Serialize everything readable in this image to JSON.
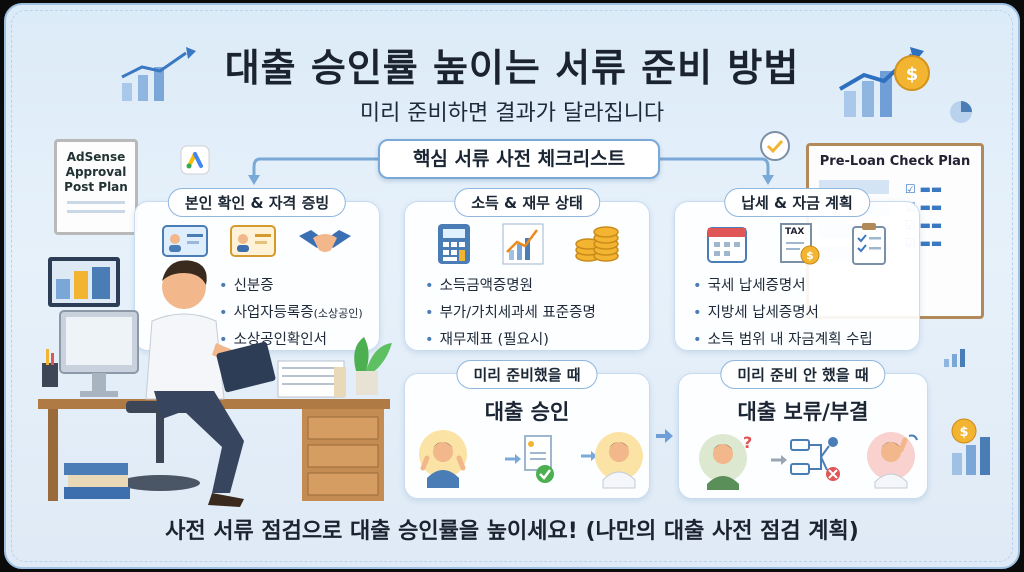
{
  "header": {
    "title": "대출 승인률 높이는 서류 준비 방법",
    "subtitle": "미리 준비하면 결과가 달라집니다"
  },
  "checklist_label": "핵심 서류 사전 체크리스트",
  "left_board": {
    "lines": [
      "AdSense",
      "Approval",
      "Post Plan"
    ]
  },
  "right_board": {
    "title": "Pre-Loan Check Plan"
  },
  "cards": {
    "identity": {
      "tag": "본인 확인 & 자격 증빙",
      "items": [
        "신분증",
        "사업자등록증",
        "소상공인확인서"
      ],
      "item2_note": "(소상공인)"
    },
    "finance": {
      "tag": "소득 & 재무 상태",
      "items": [
        "소득금액증명원",
        "부가/가치세과세 표준증명",
        "재무제표 (필요시)"
      ]
    },
    "tax": {
      "tag": "납세 & 자금 계획",
      "items": [
        "국세 납세증명서",
        "지방세 납세증명서",
        "소득 범위 내 자금계획 수립"
      ],
      "tax_icon_label": "TAX"
    }
  },
  "results": {
    "prepared": {
      "tag": "미리 준비했을 때",
      "title": "대출 승인"
    },
    "unprepared": {
      "tag": "미리 준비 안 했을 때",
      "title": "대출 보류/부결"
    }
  },
  "footer": "사전 서류 점검으로 대출 승인률을 높이세요! (나만의 대출 사전 점검 계획)",
  "colors": {
    "accent": "#4a7db5",
    "coin": "#f2b431",
    "approve": "#4caf50",
    "reject": "#e05555"
  },
  "icons": [
    "bar-chart-icon",
    "coin-icon",
    "pie-chart-icon",
    "id-card-icon",
    "license-card-icon",
    "handshake-icon",
    "calculator-icon",
    "growth-chart-icon",
    "coin-stack-icon",
    "calendar-icon",
    "tax-document-icon",
    "clipboard-icon",
    "check-badge-icon"
  ]
}
